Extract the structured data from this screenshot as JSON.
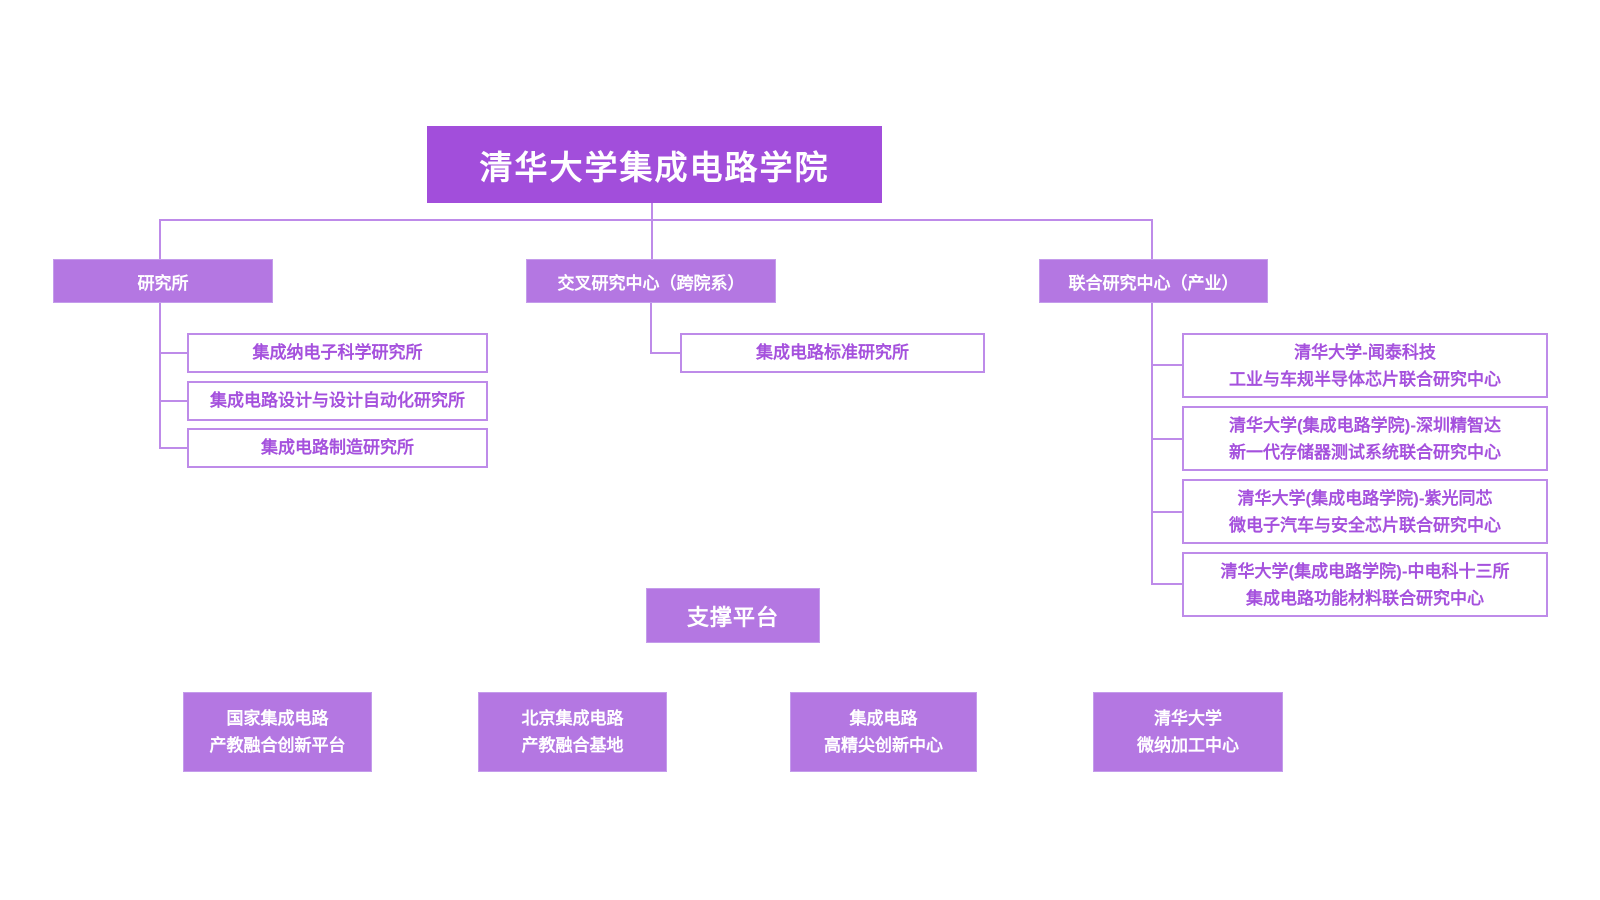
{
  "root": {
    "label": "清华大学集成电路学院"
  },
  "branches": [
    {
      "label": "研究所",
      "children": [
        "集成纳电子科学研究所",
        "集成电路设计与设计自动化研究所",
        "集成电路制造研究所"
      ]
    },
    {
      "label": "交叉研究中心（跨院系）",
      "children": [
        "集成电路标准研究所"
      ]
    },
    {
      "label": "联合研究中心（产业）",
      "children": [
        {
          "line1": "清华大学-闻泰科技",
          "line2": "工业与车规半导体芯片联合研究中心"
        },
        {
          "line1": "清华大学(集成电路学院)-深圳精智达",
          "line2": "新一代存储器测试系统联合研究中心"
        },
        {
          "line1": "清华大学(集成电路学院)-紫光同芯",
          "line2": "微电子汽车与安全芯片联合研究中心"
        },
        {
          "line1": "清华大学(集成电路学院)-中电科十三所",
          "line2": "集成电路功能材料联合研究中心"
        }
      ]
    }
  ],
  "support": {
    "label": "支撑平台",
    "platforms": [
      {
        "line1": "国家集成电路",
        "line2": "产教融合创新平台"
      },
      {
        "line1": "北京集成电路",
        "line2": "产教融合基地"
      },
      {
        "line1": "集成电路",
        "line2": "高精尖创新中心"
      },
      {
        "line1": "清华大学",
        "line2": "微纳加工中心"
      }
    ]
  },
  "colors": {
    "title_bg": "#a24edb",
    "node_bg": "#b477e2",
    "outline_border": "#be8be9",
    "outline_text": "#a551dd",
    "connector": "#be8be9",
    "node_text": "#ffffff"
  }
}
